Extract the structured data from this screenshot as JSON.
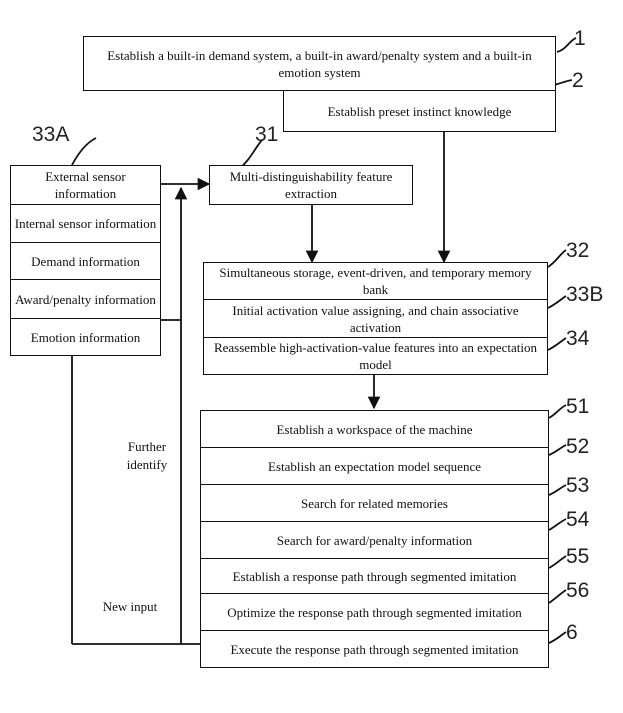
{
  "boxes": {
    "b1": "Establish a built-in demand system, a built-in award/penalty system and a built-in emotion system",
    "b2": "Establish preset instinct knowledge",
    "b31": "Multi-distinguishability feature extraction",
    "b32": "Simultaneous storage, event-driven, and temporary memory bank",
    "b33b": "Initial activation value assigning, and chain associative activation",
    "b34": "Reassemble high-activation-value features into an expectation model",
    "b51": "Establish a workspace of the machine",
    "b52": "Establish an expectation model sequence",
    "b53": "Search for related memories",
    "b54": "Search for award/penalty information",
    "b55": "Establish a response path through segmented imitation",
    "b56": "Optimize the response path through segmented imitation",
    "b6": "Execute the response path through segmented imitation"
  },
  "info_boxes": [
    "External sensor information",
    "Internal sensor information",
    "Demand information",
    "Award/penalty information",
    "Emotion information"
  ],
  "refs": {
    "r1": "1",
    "r2": "2",
    "r31": "31",
    "r33a": "33A",
    "r32": "32",
    "r33b": "33B",
    "r34": "34",
    "r51": "51",
    "r52": "52",
    "r53": "53",
    "r54": "54",
    "r55": "55",
    "r56": "56",
    "r6": "6"
  },
  "notes": {
    "further_identify": "Further identify",
    "new_input": "New input"
  }
}
